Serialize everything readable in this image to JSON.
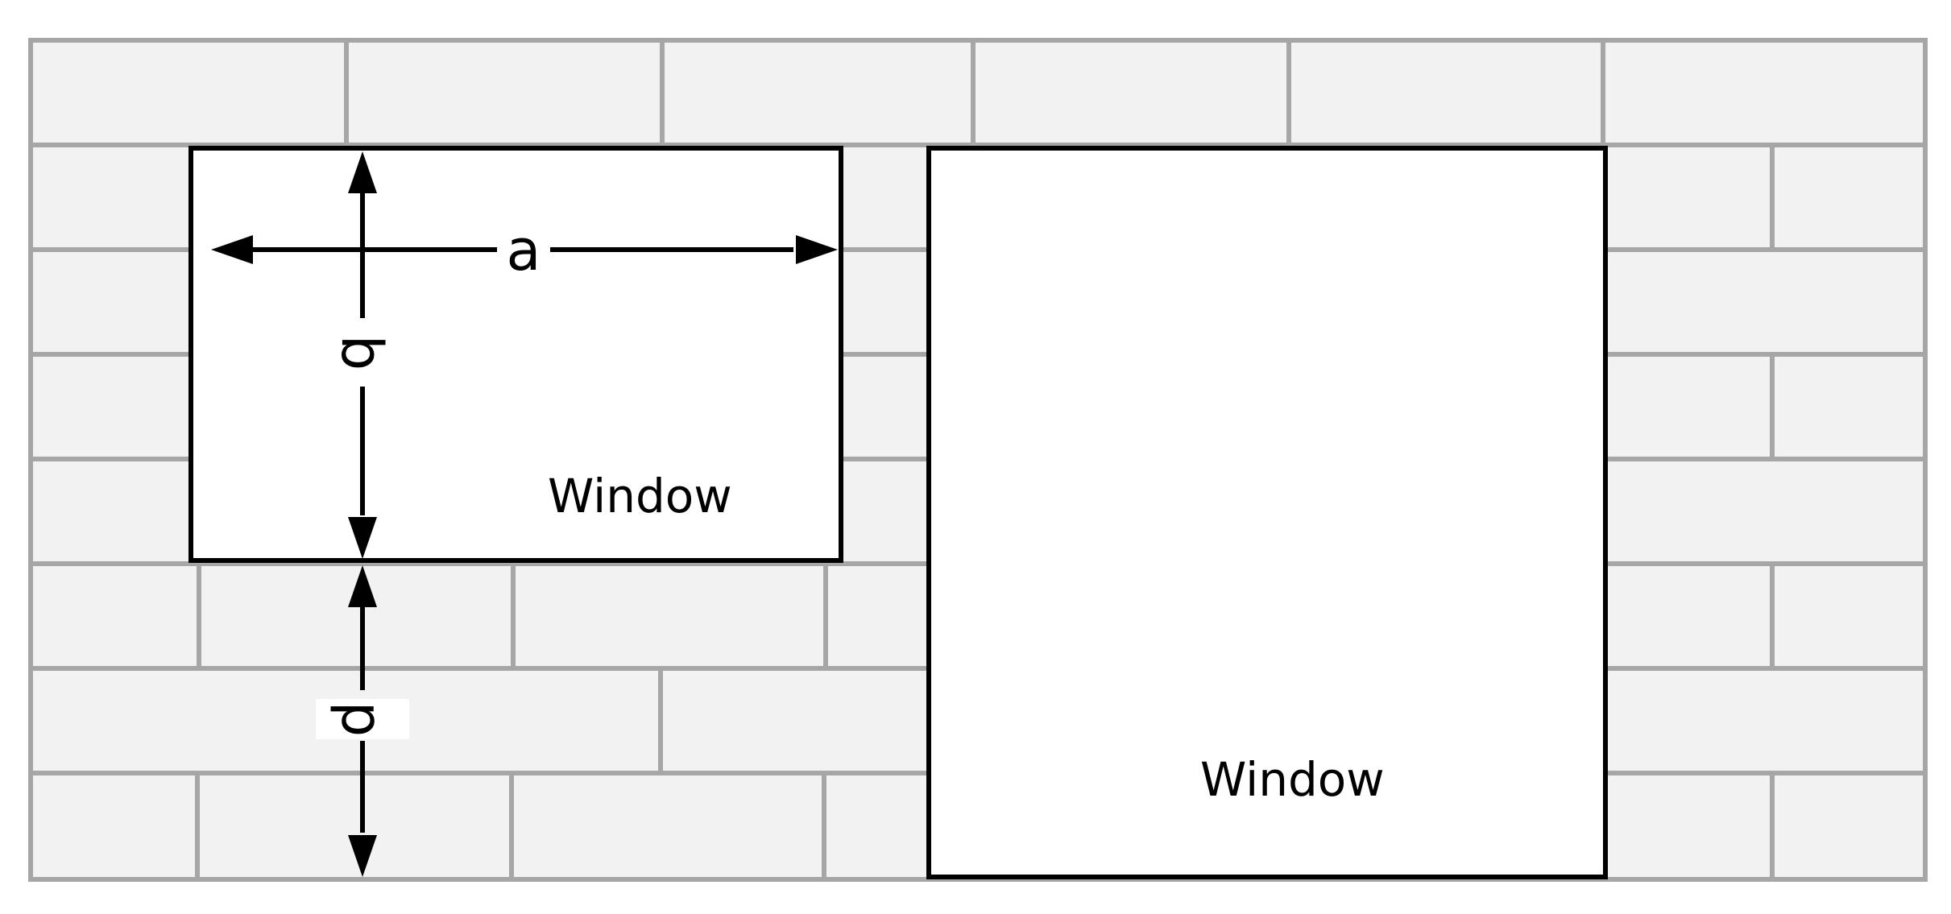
{
  "windows": [
    {
      "label": "Window"
    },
    {
      "label": "Window"
    }
  ],
  "dimensions": {
    "width_label": "a",
    "height_label": "b",
    "sill_label": "p"
  },
  "colors": {
    "brick_fill": "#f2f2f2",
    "mortar": "#a6a6a6",
    "window_outline": "#000000"
  }
}
